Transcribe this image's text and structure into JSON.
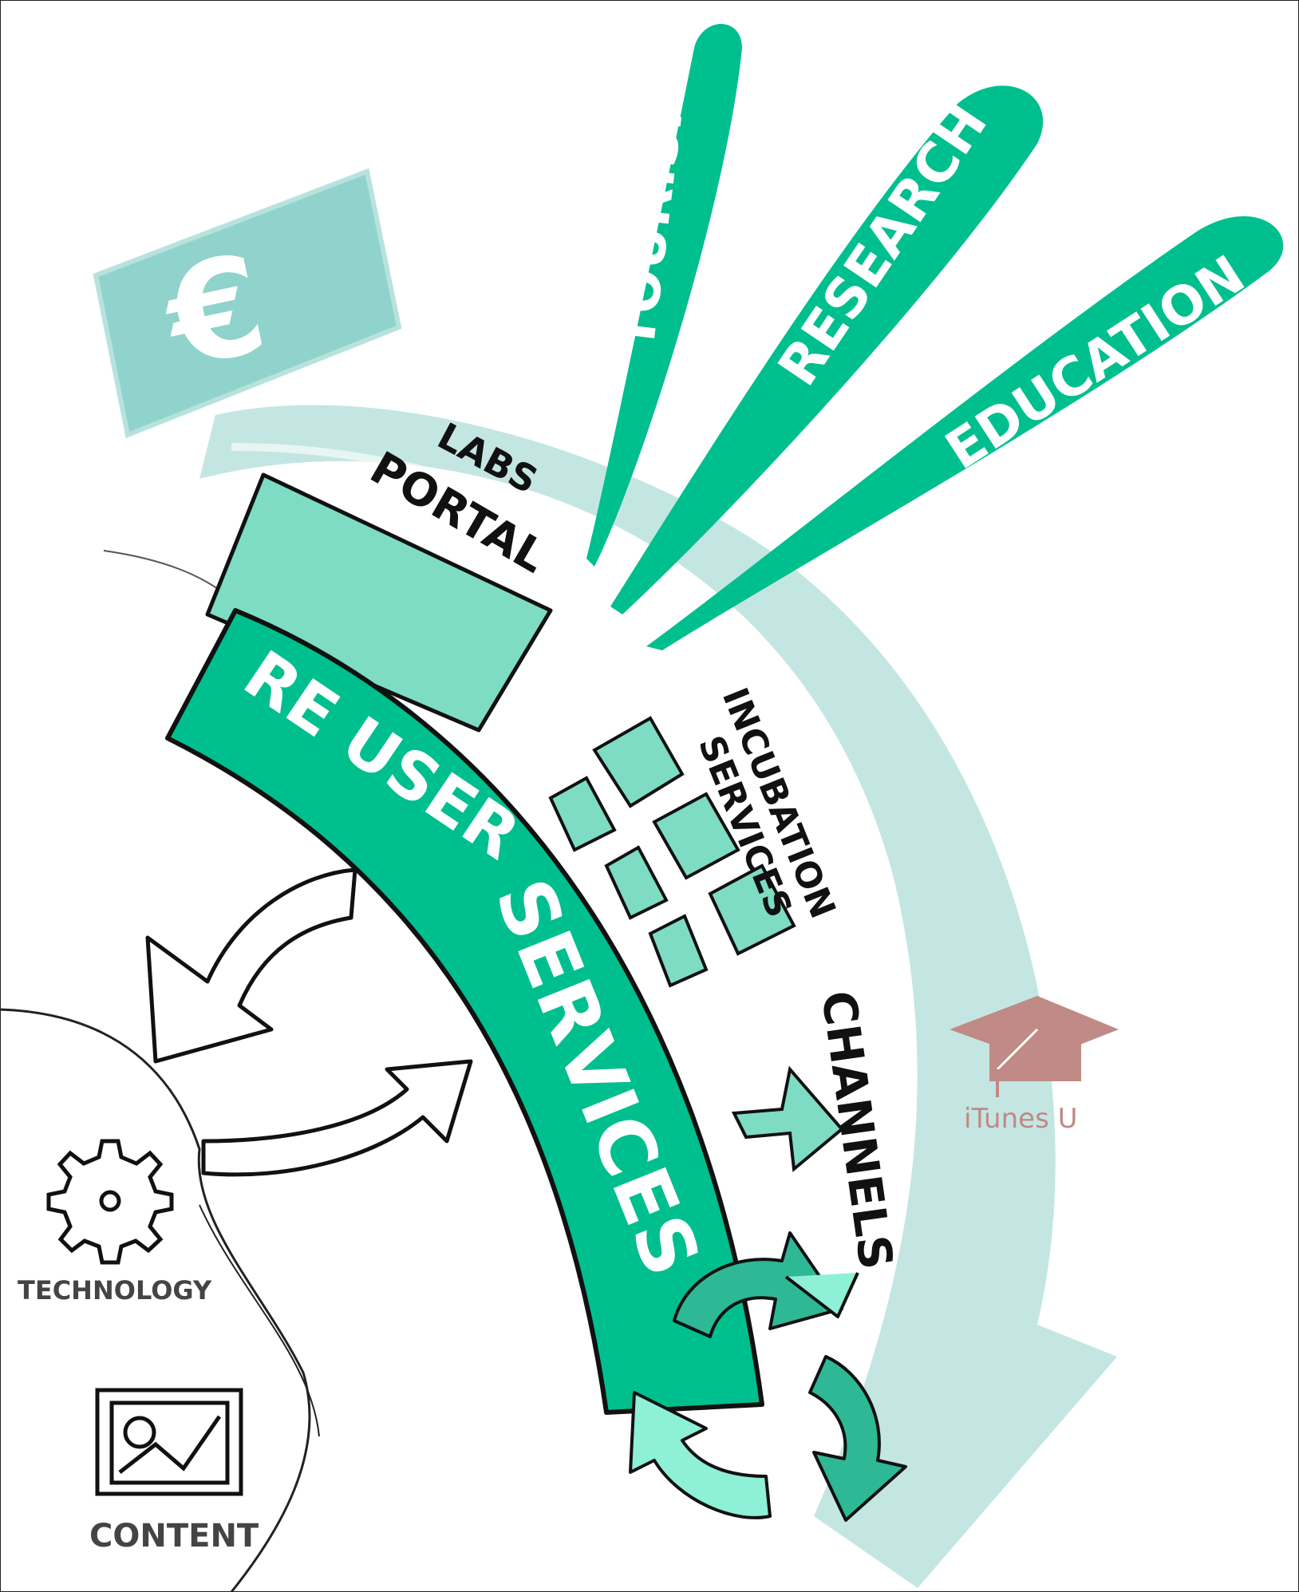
{
  "colors": {
    "accent": "#00bf8f",
    "accent_mid": "#7edcc4",
    "accent_light": "#c4e6e2",
    "euro_note": "#8fd3cc",
    "recycle_light": "#8ef0d6",
    "recycle_dark": "#2eb896",
    "itunes": "#c08a86",
    "ink": "#111111"
  },
  "labels": {
    "tourism": "TOURISM",
    "research": "RESEARCH",
    "education": "EDUCATION",
    "labs": "LABS",
    "portal": "PORTAL",
    "reuser": "RE USER",
    "services": "SERVICES",
    "incubation": "INCUBATION",
    "incubation_services": "SERVICES",
    "channels": "CHANNELS",
    "itunes_u": "iTunes U",
    "technology": "TECHNOLOGY",
    "content": "CONTENT",
    "euro": "€"
  },
  "icons": {
    "euro": "euro-note-icon",
    "gear": "gear-icon",
    "image": "image-icon",
    "graduation_cap": "graduation-cap-icon",
    "recycle": "recycle-icon",
    "arrow": "curved-arrow-icon"
  }
}
